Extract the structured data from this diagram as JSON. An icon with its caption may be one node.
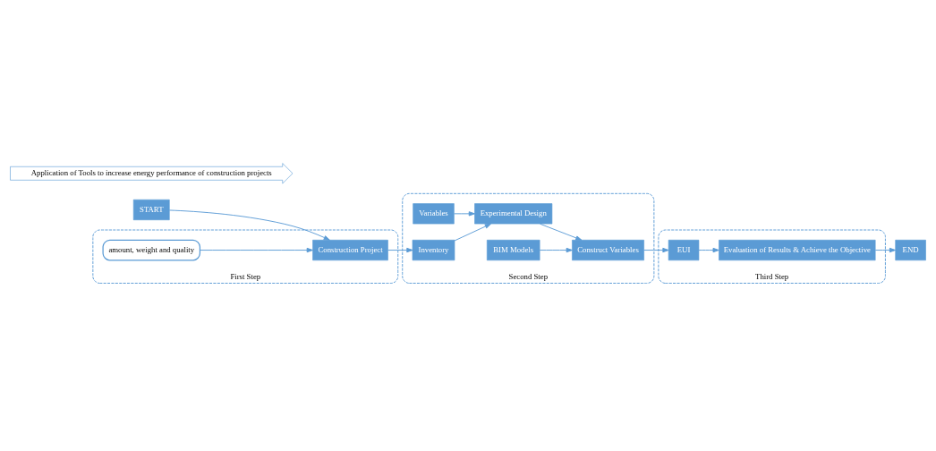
{
  "diagram": {
    "nodes": [
      {
        "text": [
          "START"
        ]
      },
      {
        "text": [
          "Application of Tools to increase energy performance of construction projects"
        ]
      },
      {
        "text": [
          "END"
        ]
      },
      {
        "text": [
          "First Step"
        ]
      },
      {
        "text": [
          "Construction Project"
        ],
        "in": 3
      },
      {
        "text": [
          "amount, weight and quality"
        ],
        "in": 3
      },
      {
        "text": [
          "Second Step"
        ]
      },
      {
        "text": [
          "Variables"
        ],
        "in": 6
      },
      {
        "text": [
          "Experimental Design"
        ],
        "in": 6
      },
      {
        "text": [
          "Inventory"
        ],
        "in": 6
      },
      {
        "text": [
          "Construct Variables"
        ],
        "in": 6
      },
      {
        "text": [
          "BIM Models"
        ],
        "in": 6
      },
      {
        "text": [
          "Third Step"
        ]
      },
      {
        "text": [
          "EUI"
        ],
        "in": 12
      },
      {
        "text": [
          "Evaluation of Results & Achieve the Objective"
        ],
        "in": 12
      }
    ],
    "edges": [
      {
        "from": 0,
        "to": 4,
        "arrow": "to"
      },
      {
        "from": 5,
        "to": 4,
        "arrow": "to"
      },
      {
        "from": 4,
        "to": 9,
        "arrow": "to"
      },
      {
        "from": 7,
        "to": 8,
        "arrow": "to"
      },
      {
        "from": 9,
        "to": 8,
        "arrow": "to"
      },
      {
        "from": 8,
        "to": 10,
        "arrow": "to"
      },
      {
        "from": 11,
        "to": 10,
        "arrow": "to"
      },
      {
        "from": 10,
        "to": 13,
        "arrow": "to"
      },
      {
        "from": 13,
        "to": 14,
        "arrow": "to"
      },
      {
        "from": 14,
        "to": 2,
        "arrow": "to"
      }
    ]
  }
}
